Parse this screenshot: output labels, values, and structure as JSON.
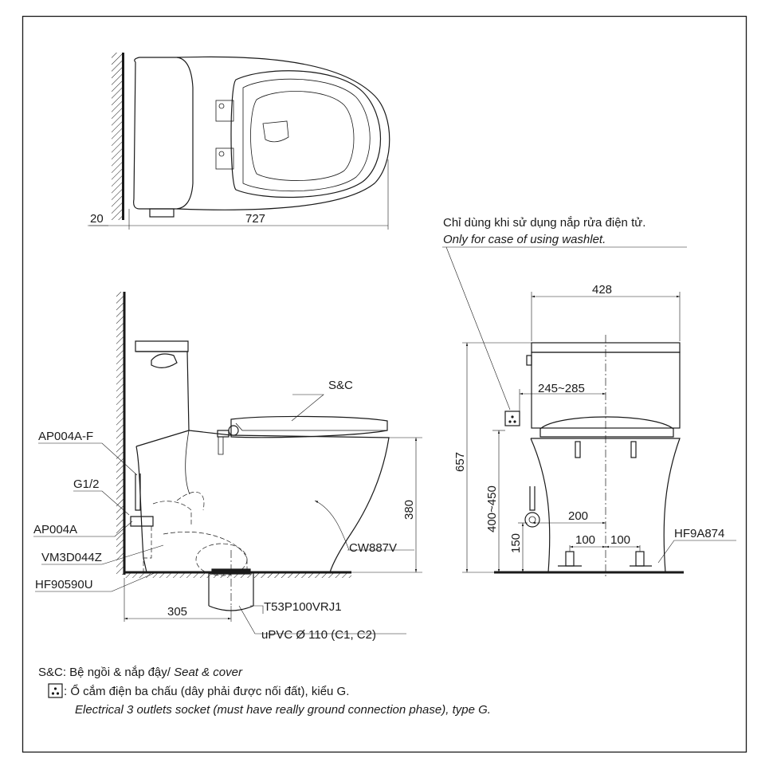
{
  "notes": {
    "washlet_vi": "Chỉ dùng khi sử dụng nắp rửa điện tử.",
    "washlet_en": "Only for case of using washlet.",
    "legend_sc_prefix": "S&C: Bệ ngồi & nắp đậy/ ",
    "legend_sc_en": "Seat & cover",
    "legend_socket_vi": ": Ổ cắm điện ba chấu (dây phải được nối đất), kiểu G.",
    "legend_socket_en": "Electrical 3 outlets socket (must have really ground connection phase), type G."
  },
  "top_view": {
    "dim_wall": "20",
    "dim_length": "727"
  },
  "side_view": {
    "labels": {
      "sc": "S&C",
      "ap004a_f": "AP004A-F",
      "g12": "G1/2",
      "ap004a": "AP004A",
      "vm3d044z": "VM3D044Z",
      "hf90590u": "HF90590U",
      "cw887v": "CW887V",
      "t53p100vrj1": "T53P100VRJ1",
      "upvc": "uPVC Ø 110 (C1, C2)"
    },
    "dims": {
      "height_380": "380",
      "rough_in_305": "305"
    }
  },
  "front_view": {
    "labels": {
      "hf9a874": "HF9A874"
    },
    "dims": {
      "width_428": "428",
      "height_657": "657",
      "socket_range": "245~285",
      "socket_height": "400~450",
      "offset_200": "200",
      "supply_150": "150",
      "bolt_left_100": "100",
      "bolt_right_100": "100"
    }
  }
}
